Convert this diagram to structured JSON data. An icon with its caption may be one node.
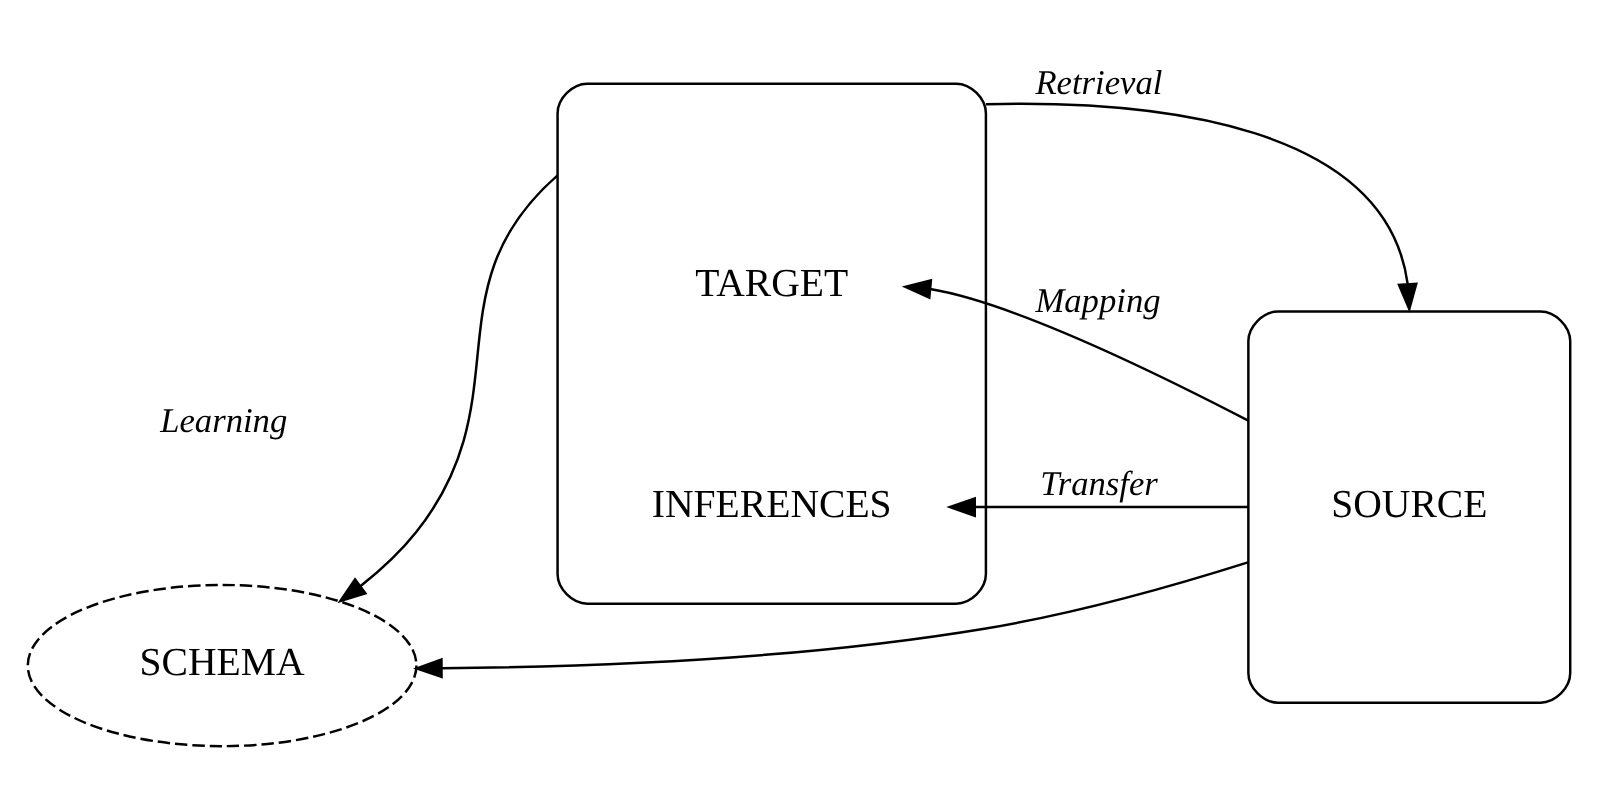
{
  "diagram": {
    "nodes": [
      {
        "text": [],
        "shape": "box"
      },
      {
        "text": [
          "TARGET"
        ],
        "in": 0
      },
      {
        "text": [
          "INFERENCES"
        ],
        "in": 0
      },
      {
        "text": [
          "SOURCE"
        ]
      },
      {
        "text": [
          "SCHEMA"
        ]
      }
    ],
    "edges": [
      {
        "from": 0,
        "to": 3,
        "arrow": "to",
        "label": "Retrieval"
      },
      {
        "from": 3,
        "to": 1,
        "arrow": "to",
        "label": "Mapping"
      },
      {
        "from": 3,
        "to": 2,
        "arrow": "to",
        "label": "Transfer"
      },
      {
        "from": 0,
        "to": 4,
        "arrow": "to"
      },
      {
        "from": 3,
        "to": 4,
        "arrow": "to"
      }
    ],
    "labels": [
      "Learning"
    ]
  }
}
